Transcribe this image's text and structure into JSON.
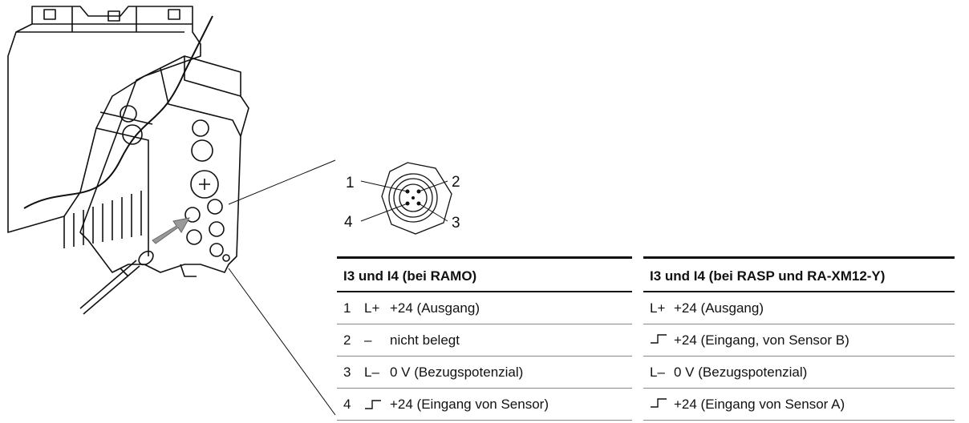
{
  "connector": {
    "pin_labels": [
      "1",
      "2",
      "3",
      "4"
    ]
  },
  "table": {
    "headers": [
      "I3 und I4 (bei RAMO)",
      "I3 und I4 (bei RASP und RA-XM12-Y)"
    ],
    "rows": [
      {
        "pin": "1",
        "ramo_sym": "L+",
        "ramo_text": "+24 (Ausgang)",
        "rasp_sym": "L+",
        "rasp_text": "+24 (Ausgang)"
      },
      {
        "pin": "2",
        "ramo_sym": "–",
        "ramo_text": "nicht belegt",
        "rasp_sym": "step-signal-icon",
        "rasp_text": "+24 (Eingang, von Sensor B)"
      },
      {
        "pin": "3",
        "ramo_sym": "L–",
        "ramo_text": "0 V (Bezugspotenzial)",
        "rasp_sym": "L–",
        "rasp_text": "0 V (Bezugspotenzial)"
      },
      {
        "pin": "4",
        "ramo_sym": "step-signal-icon",
        "ramo_text": "+24 (Eingang von Sensor)",
        "rasp_sym": "step-signal-icon",
        "rasp_text": "+24 (Eingang von Sensor A)"
      }
    ]
  }
}
